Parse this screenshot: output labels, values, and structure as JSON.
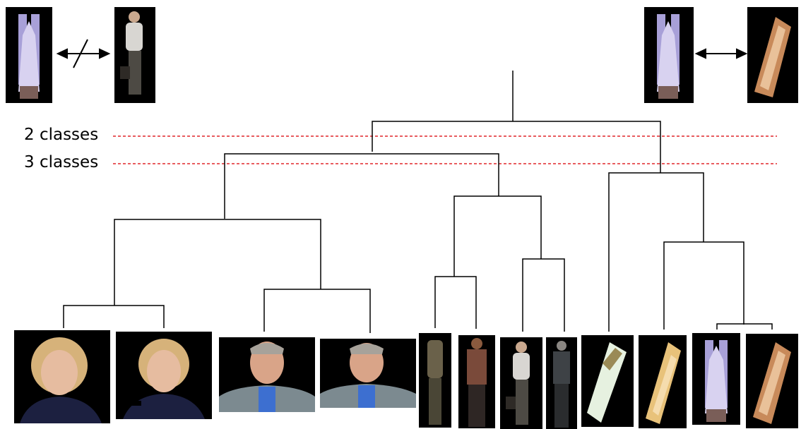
{
  "cut_levels": [
    {
      "label": "2 classes",
      "color": "#e0262a"
    },
    {
      "label": "3 classes",
      "color": "#e0262a"
    }
  ],
  "relations": [
    {
      "type": "not-equivalent",
      "left_image": "shuttle-purple",
      "right_image": "walking-man-bag"
    },
    {
      "type": "equivalent",
      "left_image": "shuttle-purple",
      "right_image": "shuttle-orange"
    }
  ],
  "leaves": [
    {
      "image": "woman-presenter-1"
    },
    {
      "image": "woman-presenter-2"
    },
    {
      "image": "man-presenter-1"
    },
    {
      "image": "man-presenter-2"
    },
    {
      "image": "pedestrian-blurred"
    },
    {
      "image": "pedestrian-striped"
    },
    {
      "image": "walking-man-bag"
    },
    {
      "image": "pedestrian-dark"
    },
    {
      "image": "shuttle-pale"
    },
    {
      "image": "shuttle-yellow"
    },
    {
      "image": "shuttle-purple"
    },
    {
      "image": "shuttle-orange"
    }
  ],
  "colors": {
    "tree": "#000000",
    "cutline": "#e0262a",
    "background_dark": "#000000"
  }
}
